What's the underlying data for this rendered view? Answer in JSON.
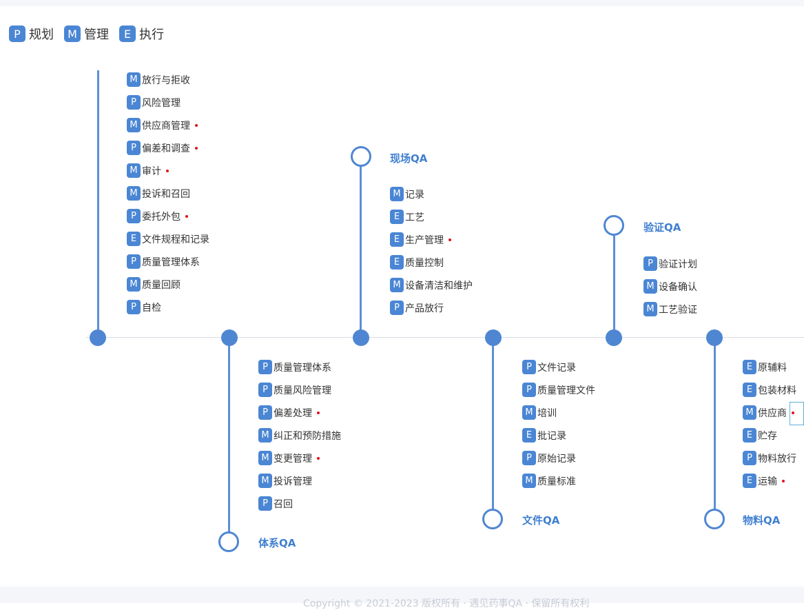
{
  "legend": [
    {
      "code": "P",
      "label": "规划"
    },
    {
      "code": "M",
      "label": "管理"
    },
    {
      "code": "E",
      "label": "执行"
    }
  ],
  "departments": {
    "xianchang": {
      "title": "现场QA"
    },
    "yanzheng": {
      "title": "验证QA"
    },
    "tixi": {
      "title": "体系QA"
    },
    "wenjian": {
      "title": "文件QA"
    },
    "wuliao": {
      "title": "物料QA"
    }
  },
  "columns": {
    "c1": [
      {
        "code": "M",
        "label": "放行与拒收",
        "key": false
      },
      {
        "code": "P",
        "label": "风险管理",
        "key": false
      },
      {
        "code": "M",
        "label": "供应商管理",
        "key": true
      },
      {
        "code": "P",
        "label": "偏差和调查",
        "key": true
      },
      {
        "code": "M",
        "label": "审计",
        "key": true
      },
      {
        "code": "M",
        "label": "投诉和召回",
        "key": false
      },
      {
        "code": "P",
        "label": "委托外包",
        "key": true
      },
      {
        "code": "E",
        "label": "文件规程和记录",
        "key": false
      },
      {
        "code": "P",
        "label": "质量管理体系",
        "key": false
      },
      {
        "code": "M",
        "label": "质量回顾",
        "key": false
      },
      {
        "code": "P",
        "label": "自检",
        "key": false
      }
    ],
    "c2": [
      {
        "code": "P",
        "label": "质量管理体系",
        "key": false
      },
      {
        "code": "P",
        "label": "质量风险管理",
        "key": false
      },
      {
        "code": "P",
        "label": "偏差处理",
        "key": true
      },
      {
        "code": "M",
        "label": "纠正和预防措施",
        "key": false
      },
      {
        "code": "M",
        "label": "变更管理",
        "key": true
      },
      {
        "code": "M",
        "label": "投诉管理",
        "key": false
      },
      {
        "code": "P",
        "label": "召回",
        "key": false
      }
    ],
    "c3": [
      {
        "code": "M",
        "label": "记录",
        "key": false
      },
      {
        "code": "E",
        "label": "工艺",
        "key": false
      },
      {
        "code": "E",
        "label": "生产管理",
        "key": true
      },
      {
        "code": "E",
        "label": "质量控制",
        "key": false
      },
      {
        "code": "M",
        "label": "设备清洁和维护",
        "key": false
      },
      {
        "code": "P",
        "label": "产品放行",
        "key": false
      }
    ],
    "c4": [
      {
        "code": "P",
        "label": "文件记录",
        "key": false
      },
      {
        "code": "P",
        "label": "质量管理文件",
        "key": false
      },
      {
        "code": "M",
        "label": "培训",
        "key": false
      },
      {
        "code": "E",
        "label": "批记录",
        "key": false
      },
      {
        "code": "P",
        "label": "原始记录",
        "key": false
      },
      {
        "code": "M",
        "label": "质量标准",
        "key": false
      }
    ],
    "c5": [
      {
        "code": "P",
        "label": "验证计划",
        "key": false
      },
      {
        "code": "M",
        "label": "设备确认",
        "key": false
      },
      {
        "code": "M",
        "label": "工艺验证",
        "key": false
      }
    ],
    "c6": [
      {
        "code": "E",
        "label": "原辅料",
        "key": false
      },
      {
        "code": "E",
        "label": "包装材料",
        "key": false
      },
      {
        "code": "M",
        "label": "供应商",
        "key": true
      },
      {
        "code": "E",
        "label": "贮存",
        "key": false
      },
      {
        "code": "P",
        "label": "物料放行",
        "key": false
      },
      {
        "code": "E",
        "label": "运输",
        "key": true
      }
    ]
  },
  "footer": {
    "text": "Copyright © 2021-2023 版权所有 · 遇见药事QA · 保留所有权利"
  },
  "colors": {
    "accent": "#4a86d4",
    "line": "#5b8fd6",
    "key_marker": "#e0141e"
  }
}
